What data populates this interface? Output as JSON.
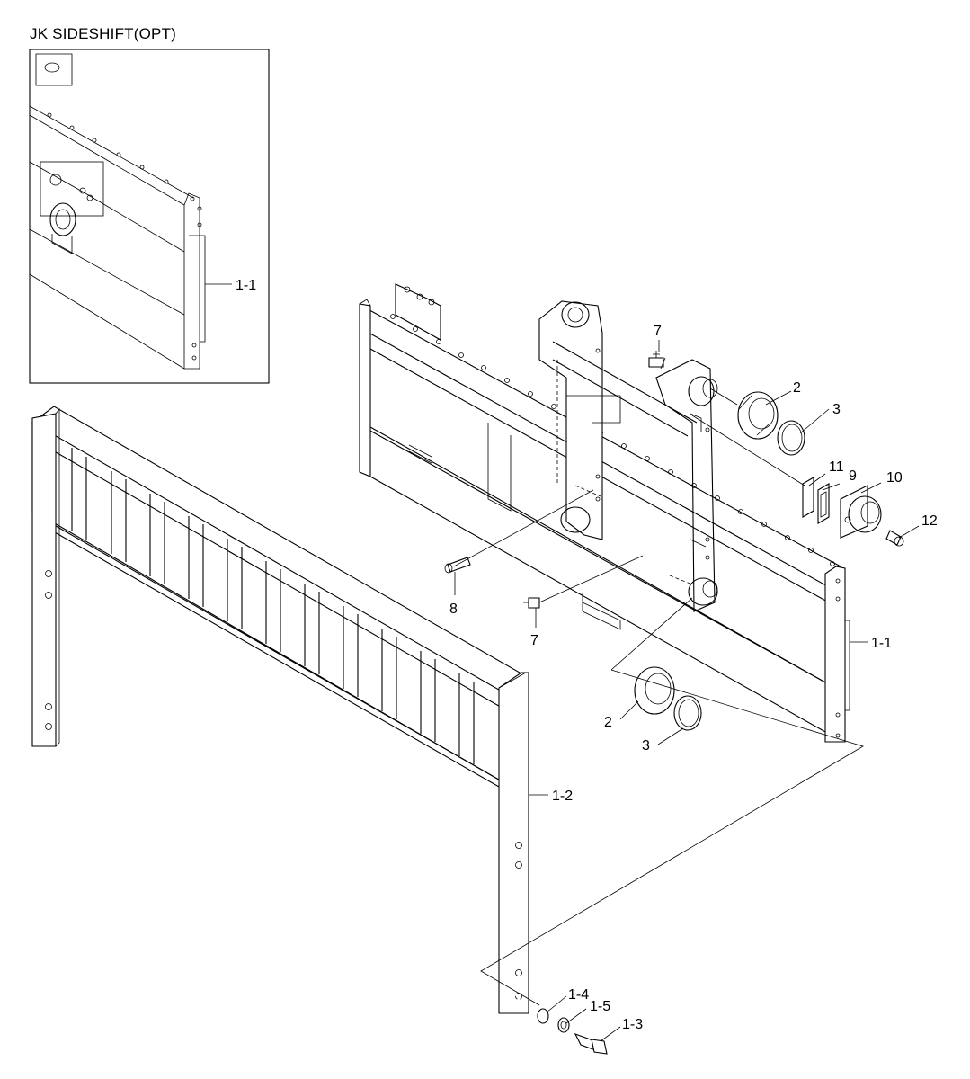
{
  "title": "JK SIDESHIFT(OPT)",
  "callouts": [
    {
      "id": "inset-1-1",
      "label": "1-1"
    },
    {
      "id": "c7a",
      "label": "7"
    },
    {
      "id": "c2a",
      "label": "2"
    },
    {
      "id": "c3a",
      "label": "3"
    },
    {
      "id": "c11",
      "label": "11"
    },
    {
      "id": "c9",
      "label": "9"
    },
    {
      "id": "c10",
      "label": "10"
    },
    {
      "id": "c12",
      "label": "12"
    },
    {
      "id": "c8",
      "label": "8"
    },
    {
      "id": "c7b",
      "label": "7"
    },
    {
      "id": "c1-1",
      "label": "1-1"
    },
    {
      "id": "c2b",
      "label": "2"
    },
    {
      "id": "c3b",
      "label": "3"
    },
    {
      "id": "c1-2",
      "label": "1-2"
    },
    {
      "id": "c1-4",
      "label": "1-4"
    },
    {
      "id": "c1-5",
      "label": "1-5"
    },
    {
      "id": "c1-3",
      "label": "1-3"
    }
  ]
}
